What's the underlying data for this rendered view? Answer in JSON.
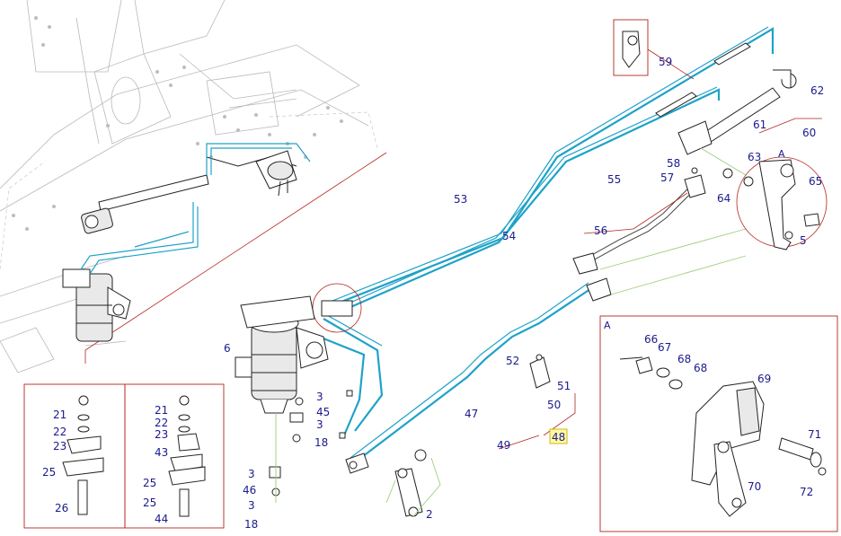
{
  "callouts": {
    "c2": "2",
    "c3a": "3",
    "c3b": "3",
    "c3c": "3",
    "c3d": "3",
    "c5": "5",
    "c6": "6",
    "c18a": "18",
    "c18b": "18",
    "c21a": "21",
    "c21b": "21",
    "c22a": "22",
    "c22b": "22",
    "c23a": "23",
    "c23b": "23",
    "c25a": "25",
    "c25b": "25",
    "c25c": "25",
    "c26": "26",
    "c43": "43",
    "c44": "44",
    "c45": "45",
    "c46": "46",
    "c47": "47",
    "c48": "48",
    "c49": "49",
    "c50": "50",
    "c51": "51",
    "c52": "52",
    "c53": "53",
    "c54": "54",
    "c55": "55",
    "c56": "56",
    "c57": "57",
    "c58": "58",
    "c59": "59",
    "c60": "60",
    "c61": "61",
    "c62": "62",
    "c63": "63",
    "c64": "64",
    "c65": "65",
    "c66": "66",
    "c67": "67",
    "c68a": "68",
    "c68b": "68",
    "c69": "69",
    "c70": "70",
    "c71": "71",
    "c72": "72"
  },
  "detail_letters": {
    "circle_a": "A",
    "box_a": "A"
  },
  "highlight": {
    "callout": "48",
    "color": "#fff9a8"
  },
  "colors": {
    "pipe": "#1fa2c8",
    "leader_red": "#b3261e",
    "leader_green": "#9ccf7a",
    "callout_text": "#1a1a8c"
  }
}
